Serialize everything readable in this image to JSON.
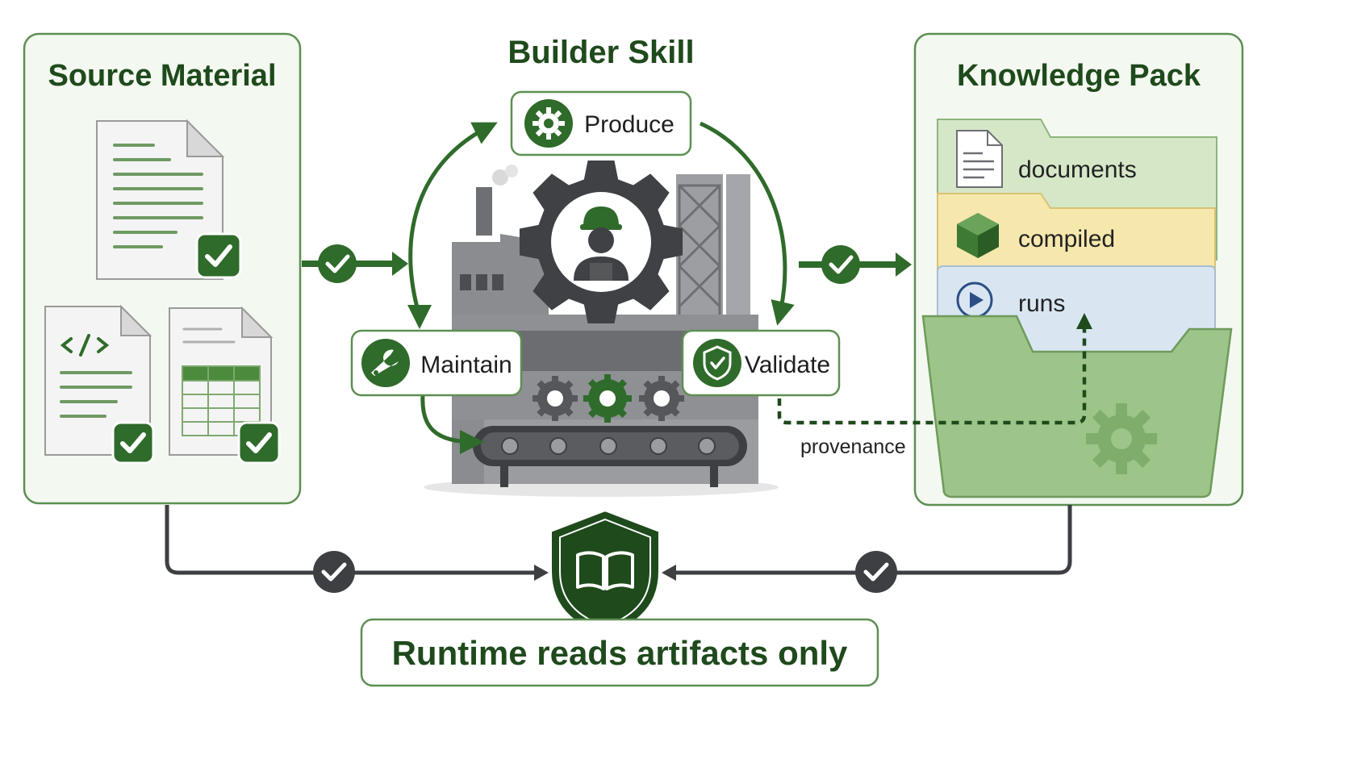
{
  "source_material": {
    "title": "Source Material"
  },
  "builder_skill": {
    "title": "Builder Skill",
    "steps": {
      "produce": "Produce",
      "maintain": "Maintain",
      "validate": "Validate"
    }
  },
  "knowledge_pack": {
    "title": "Knowledge Pack",
    "folders": {
      "documents": "documents",
      "compiled": "compiled",
      "runs": "runs"
    },
    "provenance_label": "provenance"
  },
  "runtime": {
    "label": "Runtime reads artifacts only"
  },
  "colors": {
    "accent_green": "#2f6b2a",
    "dark_green": "#1f4a1c",
    "light_green_bg": "#f3f8f0",
    "panel_border": "#5d8f52",
    "documents_tab": "#d6e7c8",
    "compiled_tab": "#f6e7ad",
    "runs_tab": "#d9e6f2",
    "folder_body": "#9dc489",
    "factory_gray": "#7a7c80",
    "connector_gray": "#3d3f43"
  },
  "icons": {
    "gear": "gear-icon",
    "wrench": "wrench-icon",
    "shield": "shield-check-icon",
    "book": "book-shield-icon",
    "play": "play-icon",
    "cube": "cube-icon",
    "document": "document-icon",
    "check": "check-icon"
  }
}
